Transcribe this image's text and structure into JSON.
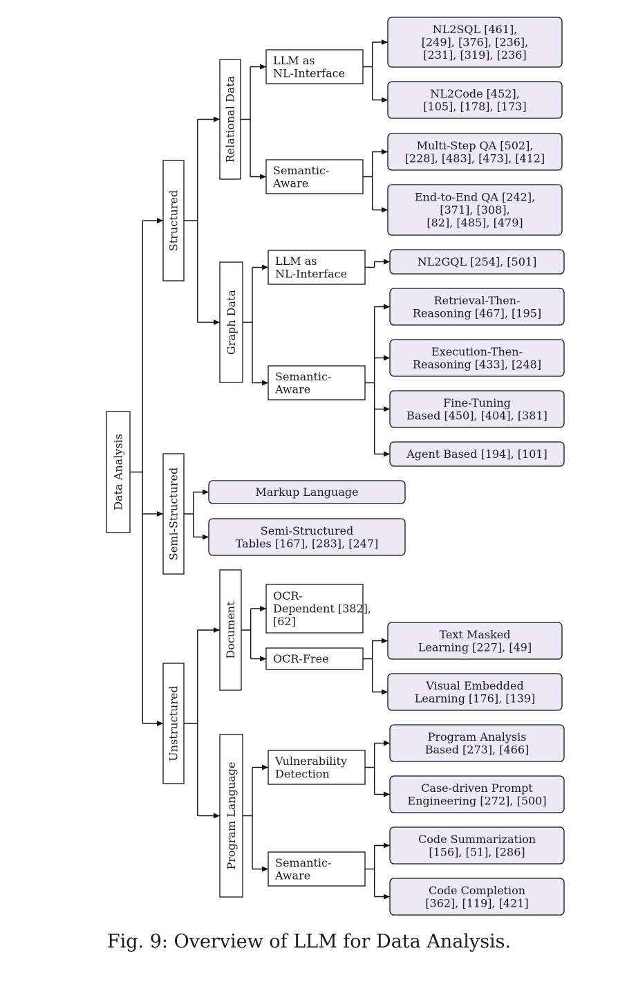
{
  "caption": "Fig. 9: Overview of LLM for Data Analysis.",
  "tree": {
    "label": [
      "Data Analysis"
    ],
    "children": [
      {
        "label": [
          "Structured"
        ],
        "children": [
          {
            "label": [
              "Relational Data"
            ],
            "children": [
              {
                "label": [
                  "LLM as",
                  "NL-Interface"
                ],
                "children": [
                  {
                    "label": [
                      "NL2SQL [461],",
                      "[249], [376], [236],",
                      "[231], [319], [236]"
                    ]
                  },
                  {
                    "label": [
                      "NL2Code [452],",
                      "[105], [178], [173]"
                    ]
                  }
                ]
              },
              {
                "label": [
                  "Semantic-",
                  "Aware"
                ],
                "children": [
                  {
                    "label": [
                      "Multi-Step QA [502],",
                      "[228], [483], [473], [412]"
                    ]
                  },
                  {
                    "label": [
                      "End-to-End QA [242],",
                      "[371], [308],",
                      "[82], [485], [479]"
                    ]
                  }
                ]
              }
            ]
          },
          {
            "label": [
              "Graph Data"
            ],
            "children": [
              {
                "label": [
                  "LLM as",
                  "NL-Interface"
                ],
                "children": [
                  {
                    "label": [
                      "NL2GQL [254], [501]"
                    ]
                  }
                ]
              },
              {
                "label": [
                  "Semantic-",
                  "Aware"
                ],
                "children": [
                  {
                    "label": [
                      "Retrieval-Then-",
                      "Reasoning [467], [195]"
                    ]
                  },
                  {
                    "label": [
                      "Execution-Then-",
                      "Reasoning [433], [248]"
                    ]
                  },
                  {
                    "label": [
                      "Fine-Tuning",
                      "Based [450], [404], [381]"
                    ]
                  },
                  {
                    "label": [
                      "Agent Based [194], [101]"
                    ]
                  }
                ]
              }
            ]
          }
        ]
      },
      {
        "label": [
          "Semi-Structured"
        ],
        "children": [
          {
            "label": [
              "Markup Language"
            ]
          },
          {
            "label": [
              "Semi-Structured",
              "Tables [167], [283], [247]"
            ]
          }
        ]
      },
      {
        "label": [
          "Unstructured"
        ],
        "children": [
          {
            "label": [
              "Document"
            ],
            "children": [
              {
                "label": [
                  "OCR-",
                  "Dependent [382],",
                  "[62]"
                ]
              },
              {
                "label": [
                  "OCR-Free"
                ],
                "children": [
                  {
                    "label": [
                      "Text Masked",
                      "Learning [227], [49]"
                    ]
                  },
                  {
                    "label": [
                      "Visual Embedded",
                      "Learning [176], [139]"
                    ]
                  }
                ]
              }
            ]
          },
          {
            "label": [
              "Program Language"
            ],
            "children": [
              {
                "label": [
                  "Vulnerability",
                  "Detection"
                ],
                "children": [
                  {
                    "label": [
                      "Program Analysis",
                      "Based [273], [466]"
                    ]
                  },
                  {
                    "label": [
                      "Case-driven Prompt",
                      "Engineering [272], [500]"
                    ]
                  }
                ]
              },
              {
                "label": [
                  "Semantic-",
                  "Aware"
                ],
                "children": [
                  {
                    "label": [
                      "Code Summarization",
                      "[156], [51], [286]"
                    ]
                  },
                  {
                    "label": [
                      "Code Completion",
                      "[362], [119], [421]"
                    ]
                  }
                ]
              }
            ]
          }
        ]
      }
    ]
  }
}
